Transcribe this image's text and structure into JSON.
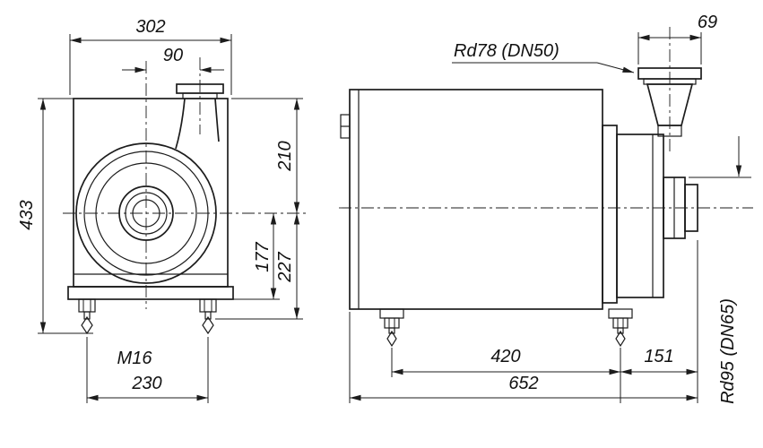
{
  "page": {
    "background": "#ffffff",
    "ink": "#1c1c1c"
  },
  "front_view": {
    "dims": {
      "overall_width": "302",
      "port_offset": "90",
      "overall_height": "433",
      "top_to_center": "210",
      "center_to_base": "177",
      "center_to_bolt": "227",
      "bolt_thread": "M16",
      "bolt_spacing": "230"
    }
  },
  "side_view": {
    "dims": {
      "outlet_width": "69",
      "outlet_label": "Rd78 (DN50)",
      "inlet_label": "Rd95 (DN65)",
      "foot_spacing": "420",
      "foot_to_inlet": "151",
      "overall_length": "652"
    }
  }
}
